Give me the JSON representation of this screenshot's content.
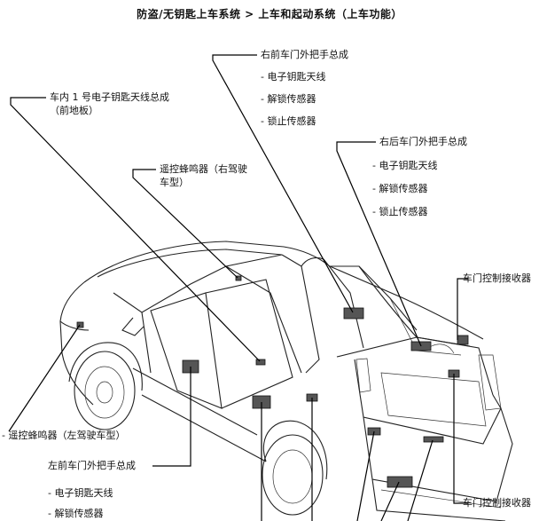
{
  "title": "防盗/无钥匙上车系统 > 上车和起动系统（上车功能）",
  "labels": {
    "inner_antenna_1": "车内 1 号电子钥匙天线总成",
    "inner_antenna_2": "（前地板）",
    "buzzer_rhd_1": "遥控蜂鸣器（右驾驶",
    "buzzer_rhd_2": "车型）",
    "rf_handle": "右前车门外把手总成",
    "rf_key_antenna": "- 电子钥匙天线",
    "rf_unlock_sensor": "- 解锁传感器",
    "rf_lock_sensor": "- 锁止传感器",
    "rr_handle": "右后车门外把手总成",
    "rr_key_antenna": "- 电子钥匙天线",
    "rr_unlock_sensor": "- 解锁传感器",
    "rr_lock_sensor": "- 锁止传感器",
    "door_receiver_upper": "车门控制接收器",
    "buzzer_lhd": "- 遥控蜂鸣器（左驾驶车型）",
    "lf_handle": "左前车门外把手总成",
    "lf_key_antenna": "- 电子钥匙天线",
    "lf_unlock_sensor": "- 解锁传感器",
    "door_receiver_lower": "车门控制接收器"
  }
}
